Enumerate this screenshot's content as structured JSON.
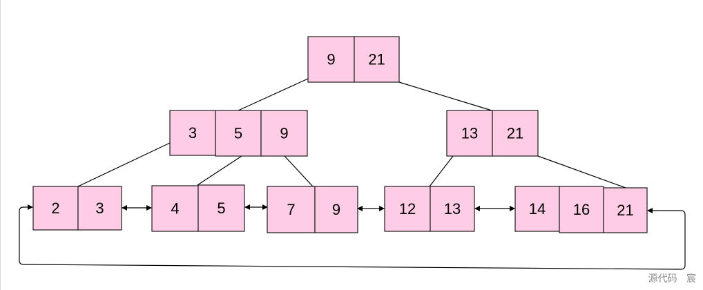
{
  "diagram": {
    "root": {
      "keys": [
        "9",
        "21"
      ]
    },
    "internal": [
      {
        "keys": [
          "3",
          "5",
          "9"
        ]
      },
      {
        "keys": [
          "13",
          "21"
        ]
      }
    ],
    "leaves": [
      {
        "keys": [
          "2",
          "3"
        ]
      },
      {
        "keys": [
          "4",
          "5"
        ]
      },
      {
        "keys": [
          "7",
          "9"
        ]
      },
      {
        "keys": [
          "12",
          "13"
        ]
      },
      {
        "keys": [
          "14",
          "16",
          "21"
        ]
      }
    ],
    "colors": {
      "node_fill": "#ffcce5",
      "node_stroke": "#1a1a1a",
      "edge": "#000000"
    }
  },
  "watermark": "源代码   宸"
}
